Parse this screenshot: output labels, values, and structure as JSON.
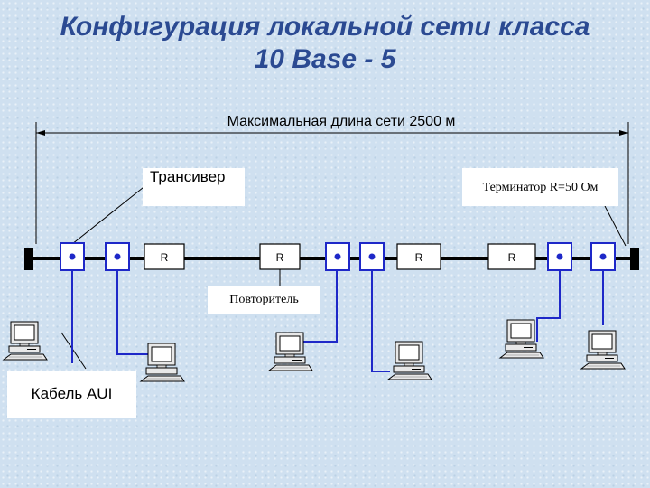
{
  "title": {
    "line1": "Конфигурация локальной сети класса",
    "line2": "10 Base - 5"
  },
  "dimension_label": "Максимальная длина сети 2500 м",
  "labels": {
    "transceiver": "Трансивер",
    "terminator": "Терминатор R=50 Ом",
    "repeater": "Повторитель",
    "aui_cable": "Кабель AUI"
  },
  "repeater_marks": [
    "R",
    "R",
    "R",
    "R"
  ],
  "colors": {
    "title": "#2b4a92",
    "cable": "#1e28c8",
    "bus": "#000000",
    "background": "#cfe0f0"
  }
}
